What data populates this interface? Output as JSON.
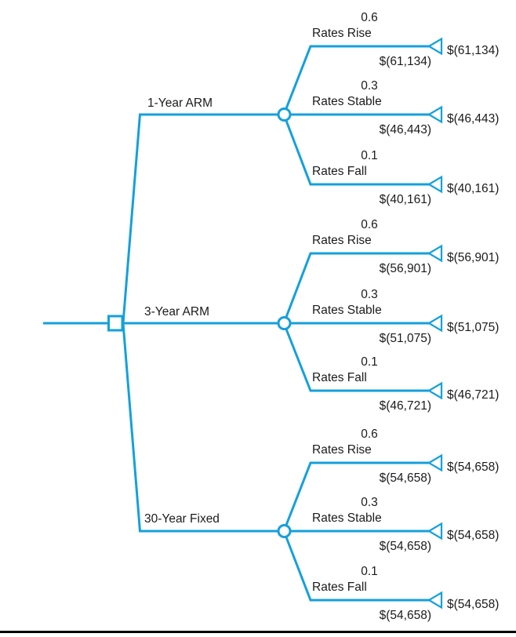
{
  "colors": {
    "line": "#14A0DC",
    "text": "#1B1B1B",
    "rule": "#000000",
    "bg": "#FFFFFF"
  },
  "tree": {
    "type": "decision-tree",
    "root_node": "decision (square)",
    "chance_node": "chance (circle)",
    "terminal_node": "end value (triangle)",
    "options": [
      {
        "label": "1-Year ARM",
        "branches": [
          {
            "name": "Rates Rise",
            "probability": "0.6",
            "branch_value": "$(61,134)",
            "terminal_value": "$(61,134)"
          },
          {
            "name": "Rates Stable",
            "probability": "0.3",
            "branch_value": "$(46,443)",
            "terminal_value": "$(46,443)"
          },
          {
            "name": "Rates Fall",
            "probability": "0.1",
            "branch_value": "$(40,161)",
            "terminal_value": "$(40,161)"
          }
        ]
      },
      {
        "label": "3-Year ARM",
        "branches": [
          {
            "name": "Rates Rise",
            "probability": "0.6",
            "branch_value": "$(56,901)",
            "terminal_value": "$(56,901)"
          },
          {
            "name": "Rates Stable",
            "probability": "0.3",
            "branch_value": "$(51,075)",
            "terminal_value": "$(51,075)"
          },
          {
            "name": "Rates Fall",
            "probability": "0.1",
            "branch_value": "$(46,721)",
            "terminal_value": "$(46,721)"
          }
        ]
      },
      {
        "label": "30-Year Fixed",
        "branches": [
          {
            "name": "Rates Rise",
            "probability": "0.6",
            "branch_value": "$(54,658)",
            "terminal_value": "$(54,658)"
          },
          {
            "name": "Rates Stable",
            "probability": "0.3",
            "branch_value": "$(54,658)",
            "terminal_value": "$(54,658)"
          },
          {
            "name": "Rates Fall",
            "probability": "0.1",
            "branch_value": "$(54,658)",
            "terminal_value": "$(54,658)"
          }
        ]
      }
    ]
  }
}
